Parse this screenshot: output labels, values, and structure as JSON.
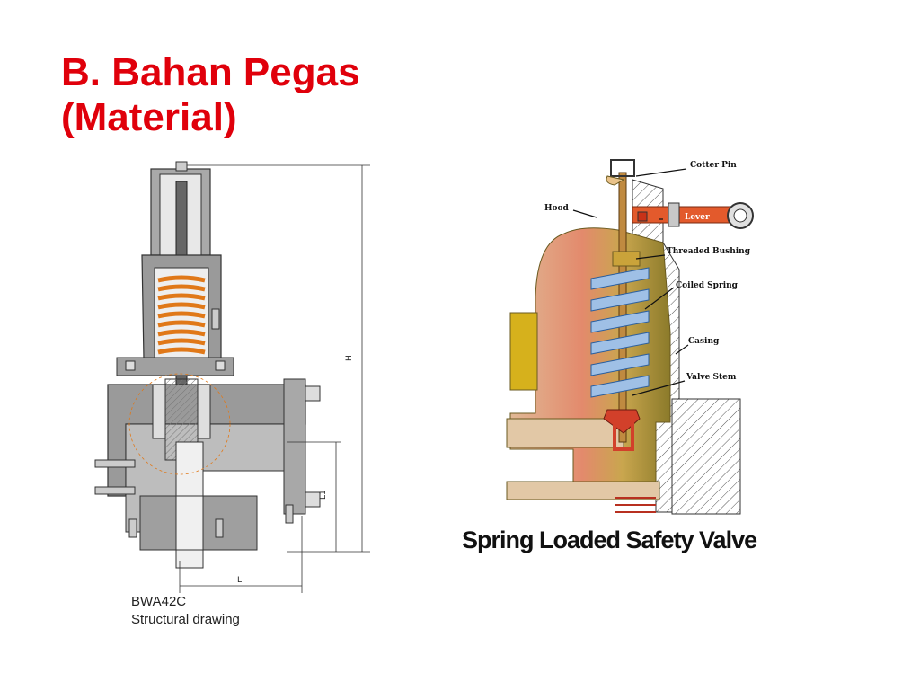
{
  "slide": {
    "title_line1": "B. Bahan Pegas",
    "title_line2": "(Material)",
    "title_color": "#e0000b"
  },
  "left_figure": {
    "model": "BWA42C",
    "caption": "Structural drawing",
    "dim_h": "H",
    "dim_l1": "L1",
    "dim_l": "L"
  },
  "right_figure": {
    "caption": "Spring Loaded Safety Valve",
    "labels": {
      "cotter_pin": "Cotter Pin",
      "hood": "Hood",
      "lever": "Lever",
      "threaded_bushing": "Threaded Bushing",
      "coiled_spring": "Coiled Spring",
      "casing": "Casing",
      "valve_stem": "Valve Stem"
    }
  }
}
